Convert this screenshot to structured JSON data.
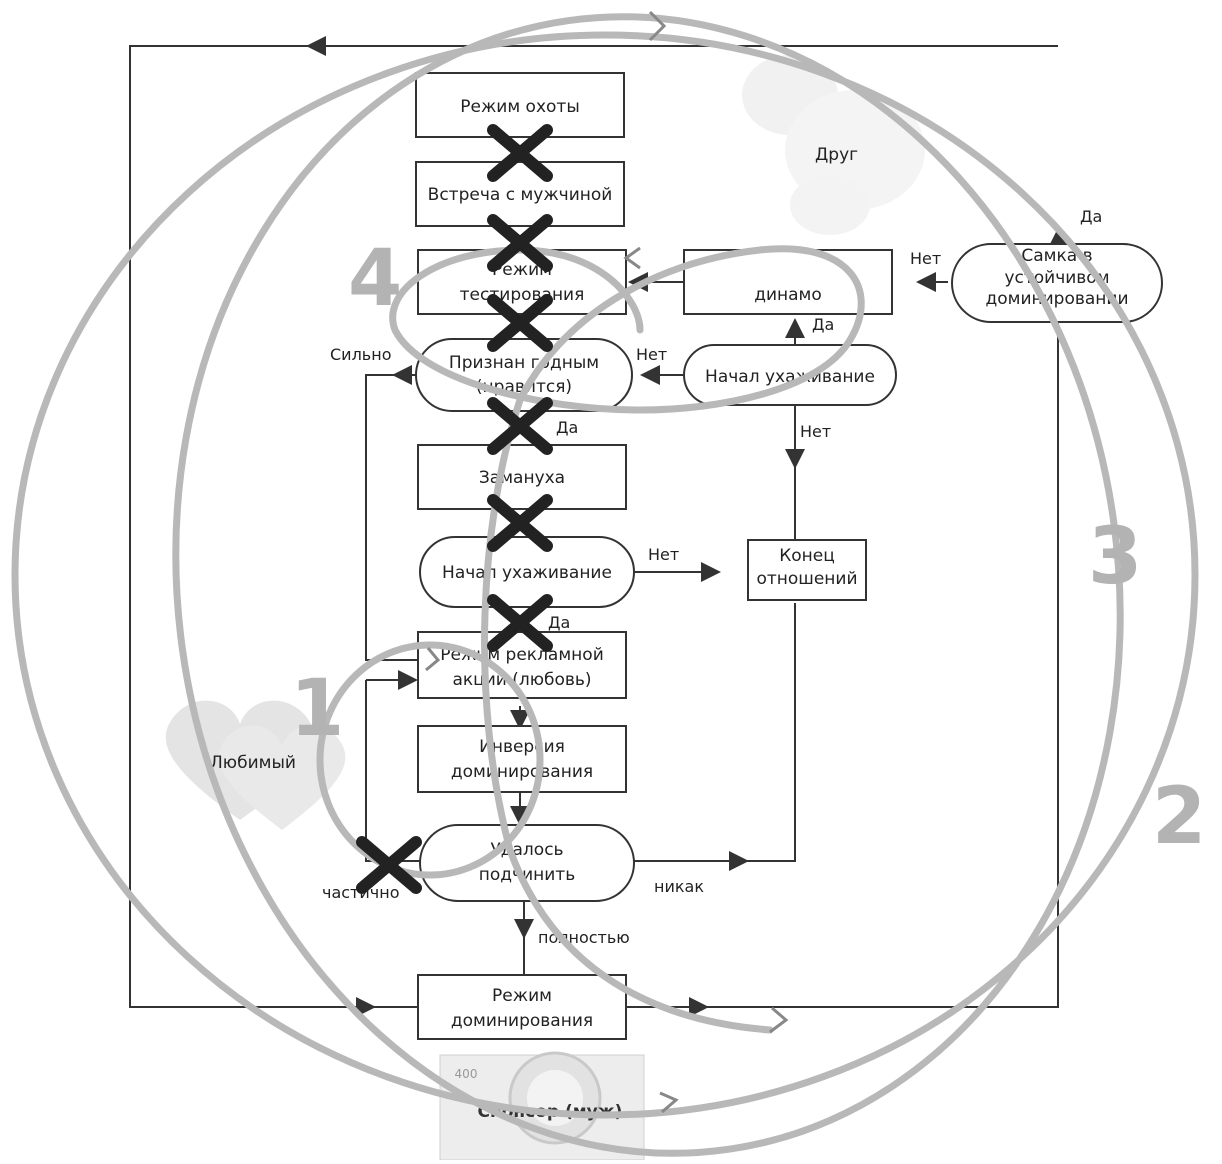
{
  "nodes": {
    "hunt_mode": "Режим охоты",
    "meeting": "Встреча с мужчиной",
    "testing_l1": "Режим",
    "testing_l2": "тестирования",
    "dynamo_l2": "динамо",
    "recognized_l1": "Признан годным",
    "recognized_l2": "(нравится)",
    "courtship_right": "Начал ухаживание",
    "lure": "Замануха",
    "courtship_mid": "Начал ухаживание",
    "end_l1": "Конец",
    "end_l2": "отношений",
    "ad_l1": "Режим рекламной",
    "ad_l2": "акции (любовь)",
    "inversion_l1": "Инверсия",
    "inversion_l2": "доминирования",
    "subdue_l1": "Удалось",
    "subdue_l2": "подчинить",
    "dominance_l1": "Режим",
    "dominance_l2": "доминирования",
    "female_l1": "Самка в",
    "female_l2": "устойчивом",
    "female_l3": "доминировании",
    "sponsor": "Спонсор (муж)",
    "sponsor_small": "400"
  },
  "edge_labels": {
    "yes_top": "Да",
    "no_female": "Нет",
    "yes_dynamo": "Да",
    "no_recognized": "Нет",
    "strongly": "Сильно",
    "yes_recognized": "Да",
    "no_courtship_right": "Нет",
    "no_courtship_mid": "Нет",
    "yes_courtship_mid": "Да",
    "partially": "частично",
    "no_way": "никак",
    "fully": "полностью"
  },
  "outcomes": {
    "friend": "Друг",
    "beloved": "Любимый"
  },
  "loop_numbers": [
    "1",
    "2",
    "3",
    "4"
  ],
  "colors": {
    "line": "#333333",
    "loop": "#b8b8b8",
    "cross": "#222222",
    "heart": "#e6e6e6",
    "number": "#b3b3b3"
  }
}
